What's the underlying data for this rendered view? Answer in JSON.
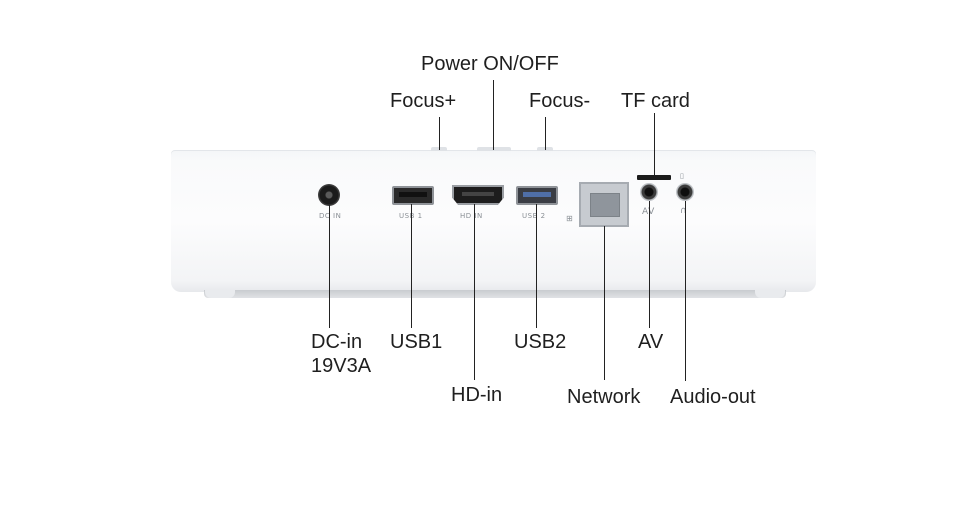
{
  "callouts": {
    "power": "Power ON/OFF",
    "focus_plus": "Focus+",
    "focus_minus": "Focus-",
    "tf_card": "TF card",
    "dc_in_line1": "DC-in",
    "dc_in_line2": "19V3A",
    "usb1": "USB1",
    "usb2": "USB2",
    "hd_in": "HD-in",
    "network": "Network",
    "av": "AV",
    "audio_out": "Audio-out"
  },
  "port_labels": {
    "dc_in": "DC IN",
    "usb1": "USB 1",
    "hd_in": "HD  IN",
    "usb2": "USB 2",
    "av": "AV"
  },
  "icons": {
    "network_icon": "network-icon",
    "headphone_icon": "headphone-icon",
    "tf_icon": "tf-card-icon"
  },
  "colors": {
    "text": "#1f1f1f",
    "device_body": "#f9fafb",
    "usb2_tongue": "#4f6fa8"
  }
}
